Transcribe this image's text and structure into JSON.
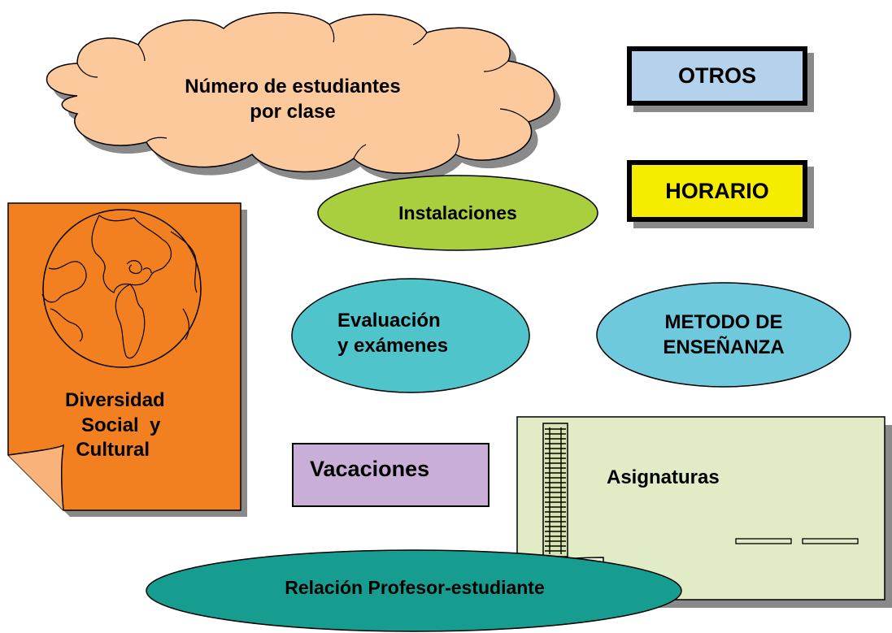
{
  "diagram": {
    "nodes": {
      "numero_estudiantes": {
        "label": "Número de estudiantes\npor clase",
        "shape": "cloud",
        "fill": "#fbc99c"
      },
      "otros": {
        "label": "OTROS",
        "shape": "rectangle",
        "fill": "#b4d2ec"
      },
      "horario": {
        "label": "HORARIO",
        "shape": "rectangle",
        "fill": "#f5ec00"
      },
      "instalaciones": {
        "label": "Instalaciones",
        "shape": "ellipse",
        "fill": "#a9cf3f"
      },
      "diversidad": {
        "label": "Diversidad\n   Social  y\n  Cultural",
        "shape": "folded-document-with-globe",
        "fill": "#f27f20"
      },
      "evaluacion": {
        "label": "Evaluación\ny exámenes",
        "shape": "ellipse",
        "fill": "#4fc4cb"
      },
      "metodo": {
        "label": "METODO DE\nENSEÑANZA",
        "shape": "ellipse",
        "fill": "#6ec9dd"
      },
      "vacaciones": {
        "label": "Vacaciones",
        "shape": "rectangle",
        "fill": "#c9aed7"
      },
      "asignaturas": {
        "label": "Asignaturas",
        "shape": "folded-note-with-binding",
        "fill": "#e1ecc6"
      },
      "relacion": {
        "label": "Relación Profesor-estudiante",
        "shape": "ellipse",
        "fill": "#169d8f"
      }
    },
    "colors": {
      "outline": "#000000",
      "shadow": "#8a8a8a"
    }
  }
}
